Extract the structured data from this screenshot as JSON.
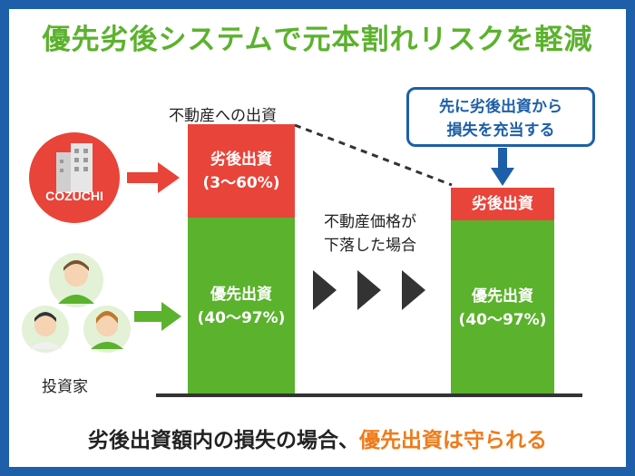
{
  "title": "優先劣後システムで元本割れリスクを軽減",
  "logo": {
    "text": "COZUCHI",
    "icon": "building-icon",
    "color": "#e8443a"
  },
  "investors": {
    "label": "投資家",
    "icon": "people-icon"
  },
  "left_column": {
    "header": "不動産への出資"
  },
  "subordinate_before": {
    "label": "劣後出資",
    "range": "(3〜60%)"
  },
  "priority_before": {
    "label": "優先出資",
    "range": "(40〜97%)"
  },
  "middle_text": {
    "line1": "不動産価格が",
    "line2": "下落した場合"
  },
  "callout": {
    "line1": "先に劣後出資から",
    "line2": "損失を充当する"
  },
  "subordinate_after": {
    "label": "劣後出資"
  },
  "priority_after": {
    "label": "優先出資",
    "range": "(40〜97%)"
  },
  "footer": {
    "part1": "劣後出資額内の損失の場合、",
    "part2": "優先出資は守られる"
  },
  "colors": {
    "green": "#5bb22d",
    "red": "#e8443a",
    "blue": "#1d5fa8",
    "orange": "#ef7b1a"
  }
}
